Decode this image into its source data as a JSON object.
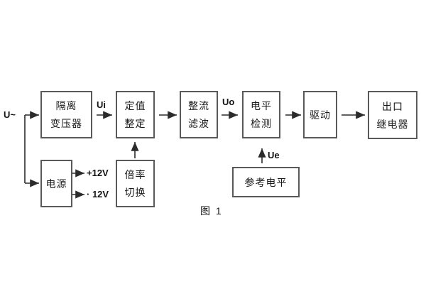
{
  "figure": {
    "caption": "图 1",
    "background": "#ffffff",
    "box_border_color": "#595959",
    "line_color": "#2b2b2b",
    "text_color": "#1a1a1a"
  },
  "blocks": {
    "isolation_transformer": {
      "line1": "隔离",
      "line2": "变压器"
    },
    "setting": {
      "line1": "定值",
      "line2": "整定"
    },
    "rectifier_filter": {
      "line1": "整流",
      "line2": "滤波"
    },
    "level_detection": {
      "line1": "电平",
      "line2": "检测"
    },
    "driver": {
      "label": "驱动"
    },
    "output_relay": {
      "line1": "出口",
      "line2": "继电器"
    },
    "power_supply": {
      "label": "电源"
    },
    "ratio_switch": {
      "line1": "倍率",
      "line2": "切换"
    },
    "reference_level": {
      "label": "参考电平"
    }
  },
  "signals": {
    "input": "U~",
    "ui": "Ui",
    "uo": "Uo",
    "ue": "Ue",
    "plus12v": "+12V",
    "minus12v": "· 12V"
  }
}
